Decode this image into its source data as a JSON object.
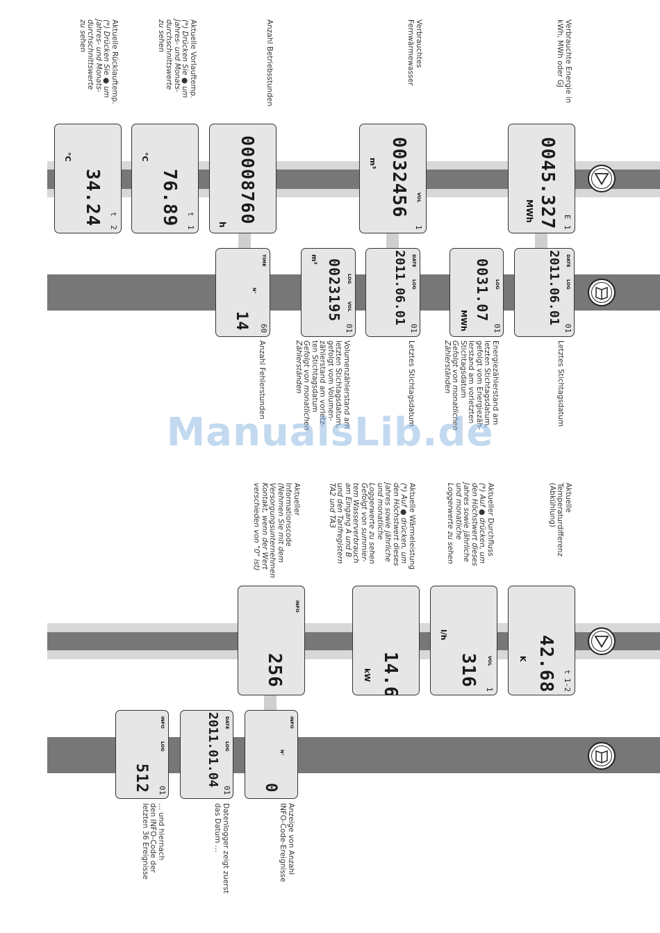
{
  "watermark": "ManualsLib.de",
  "buttons": {
    "next_icon": "triangle-down-icon",
    "book_icon": "book-icon"
  },
  "top": {
    "row1_labels": {
      "energy": [
        "Verbrauchte Energie in",
        "kWh, MWh oder GJ"
      ],
      "water": [
        "Verbrauchtes",
        "Fernwärmewasser"
      ],
      "hours": [
        "Anzahl Betriebsstunden"
      ],
      "flow_temp": [
        "Aktuelle Vorlauftemp.",
        "(*) Drücken Sie ",
        "um",
        "Jahres- und Monats-",
        "durchschnittswerte",
        "zu sehen"
      ],
      "return_temp": [
        "Aktuelle Rücklauftemp.",
        "(*) Drücken Sie ",
        "um",
        "Jahres- und Monats-",
        "durchschnittswerte",
        "zu sehen"
      ]
    },
    "row1_displays": {
      "energy": {
        "value": "0045.327",
        "unit": "MWh",
        "sym": "E",
        "idx": "1"
      },
      "water": {
        "value": "0032456",
        "unit": "m³",
        "tag": "VOL",
        "idx": "1"
      },
      "hours": {
        "value": "00008760",
        "unit": "h"
      },
      "flow_temp": {
        "value": "76.89",
        "unit": "°C",
        "sym": "t",
        "idx": "1"
      },
      "return_temp": {
        "value": "34.24",
        "unit": "°C",
        "sym": "t",
        "idx": "2"
      }
    },
    "row2_displays": {
      "energy_date": {
        "value": "2011.06.01",
        "tag_date": "DATE",
        "tag_log": "LOG",
        "idx": "01"
      },
      "energy_log": {
        "value": "0031.07",
        "unit": "MWh",
        "tag_log": "LOG",
        "idx": "01"
      },
      "water_date": {
        "value": "2011.06.01",
        "tag_date": "DATE",
        "tag_log": "LOG",
        "idx": "01"
      },
      "water_log": {
        "value": "0023195",
        "unit": "m³",
        "tag_log": "LOG",
        "tag_vol": "VOL",
        "idx": "01"
      },
      "error_hours": {
        "value": "14",
        "tag_time": "TIME",
        "tag_no": "N°",
        "idx": "60"
      }
    },
    "row2_labels": {
      "energy_date": [
        "Letztes Stichtagsdatum"
      ],
      "energy_log": [
        "Energiezählerstand am",
        "letzten Stichtagsdatum,",
        "gefolgt vom Energiezäh-",
        "lerstand am vorletzten",
        "Stichtagsdatum",
        "Gefolgt von monatlichen",
        "Zählerständen"
      ],
      "water_date": [
        "Letztes Stichtagsdatum"
      ],
      "water_log": [
        "Volumenzählerstand am",
        "letzten Stichtagsdatum,",
        "gefolgt vom Volumen-",
        "zählerstand am vorletz-",
        "ten Stichtagsdatum",
        "Gefolgt von monatlichen",
        "Zählerständen"
      ],
      "error_hours": [
        "Anzahl Fehlerstunden"
      ]
    }
  },
  "bottom": {
    "row1_labels": {
      "tdiff": [
        "Aktuelle",
        "Temperaturdifferenz",
        "(Abkühlung)"
      ],
      "flow": [
        "Aktueller Durchfluss",
        "(*) Auf ",
        "drücken, um",
        "den Höchstwert dieses",
        "Jahres sowie jährliche",
        "und monatliche",
        "Loggerwerte zu sehen"
      ],
      "power": [
        "Aktuelle Wärmeleistung",
        "(*) Auf ",
        "drücken, um",
        "den Höchstwert dieses",
        "Jahres sowie jährliche",
        "und monatliche",
        "Loggerwerte zu sehen",
        "Gefolgt von summier-",
        "tem Wasserverbrauch",
        "am Eingang A und B",
        "und den Tarifregistern",
        "TA2 und TA3"
      ],
      "info": [
        "Aktueller",
        "Informationscode",
        "(Nehmen Sie mit dem",
        "Versorgungsunternehmen",
        "Kontakt, wenn der Wert",
        "verschieden von \"0\" ist)"
      ]
    },
    "row1_displays": {
      "tdiff": {
        "value": "42.68",
        "unit": "K",
        "sym": "t",
        "idx": "1-2"
      },
      "flow": {
        "value": "316",
        "unit": "l/h",
        "tag": "VOL",
        "idx": "1"
      },
      "power": {
        "value": "14.6",
        "unit": "kW"
      },
      "info": {
        "value": "256",
        "tag": "INFO"
      }
    },
    "row2_displays": {
      "info_count": {
        "value": "0",
        "tag_info": "INFO",
        "tag_no": "N°"
      },
      "info_date": {
        "value": "2011.01.04",
        "tag_date": "DATE",
        "tag_log": "LOG",
        "idx": "01"
      },
      "info_code": {
        "value": "512",
        "tag_info": "INFO",
        "tag_log": "LOG",
        "idx": "01"
      }
    },
    "row2_labels": {
      "info_count": [
        "Anzeige von Anzahl",
        "INFO-Code-Ereignisse"
      ],
      "info_date": [
        "Datenlogger zeigt zuerst",
        "das Datum ..."
      ],
      "info_code": [
        "... und hiernach",
        "den INFO-Code der",
        "letzten 36 Ereignisse"
      ]
    }
  }
}
